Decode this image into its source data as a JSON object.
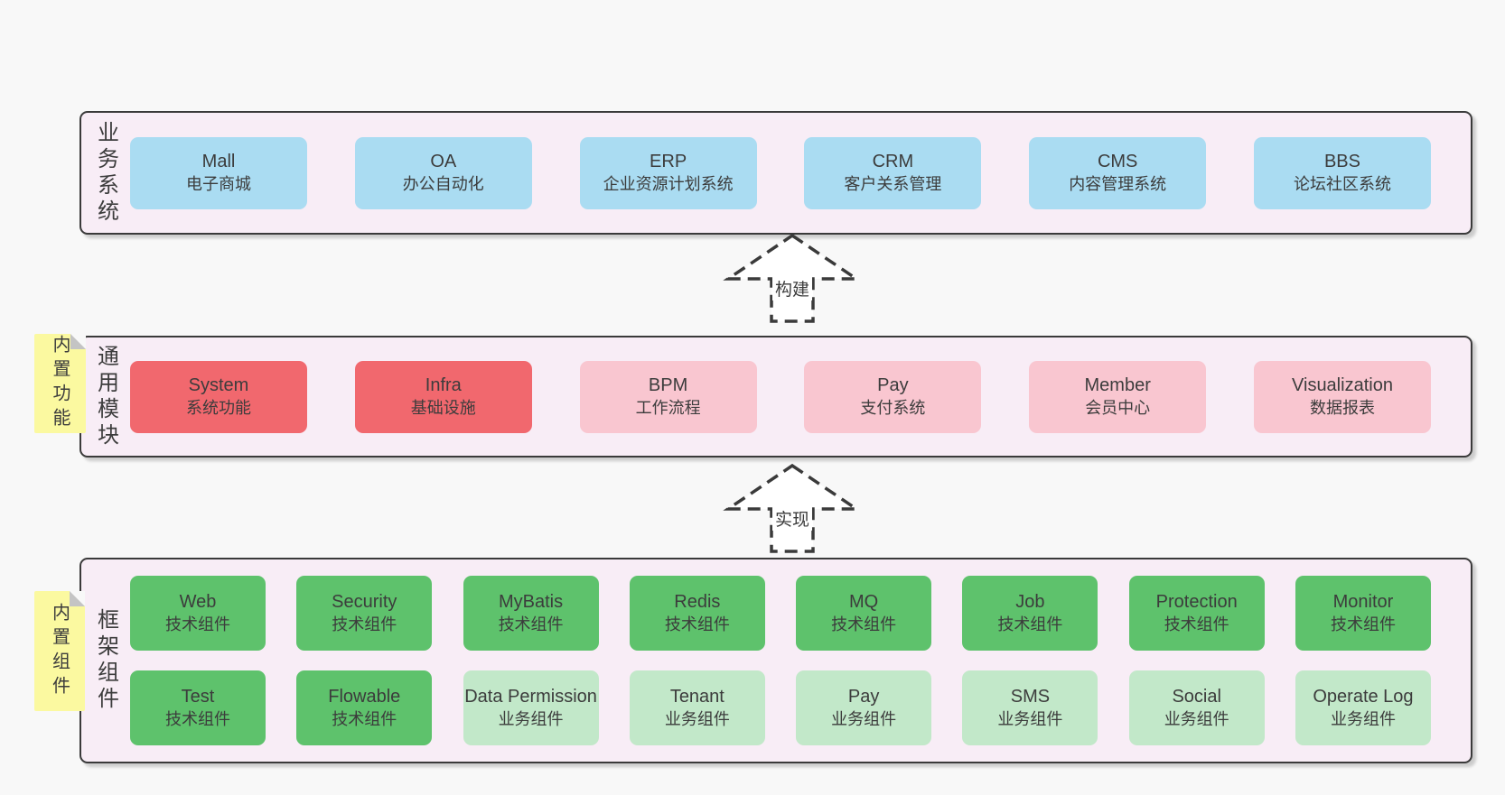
{
  "colors": {
    "page_bg": "#f8f8f8",
    "panel_bg": "#f8edf6",
    "panel_border": "#3a3a3a",
    "blue": "#aadcf2",
    "red": "#f1686e",
    "pink": "#f9c6d0",
    "green": "#5ec26c",
    "light_green": "#c2e8c9",
    "sticky_yellow": "#fbf9a0",
    "sticky_fold": "#c4c4c4",
    "arrow_dash": "#3a3a3a",
    "arrow_fill": "#ffffff",
    "text": "#3c3c3c"
  },
  "layers": [
    {
      "id": "business",
      "label": "业务系统",
      "rows": [
        [
          {
            "name": "Mall",
            "subtitle": "电子商城",
            "variant": "blue"
          },
          {
            "name": "OA",
            "subtitle": "办公自动化",
            "variant": "blue"
          },
          {
            "name": "ERP",
            "subtitle": "企业资源计划系统",
            "variant": "blue"
          },
          {
            "name": "CRM",
            "subtitle": "客户关系管理",
            "variant": "blue"
          },
          {
            "name": "CMS",
            "subtitle": "内容管理系统",
            "variant": "blue"
          },
          {
            "name": "BBS",
            "subtitle": "论坛社区系统",
            "variant": "blue"
          }
        ]
      ]
    },
    {
      "id": "modules",
      "label": "通用模块",
      "sticky": "内置功能",
      "rows": [
        [
          {
            "name": "System",
            "subtitle": "系统功能",
            "variant": "red"
          },
          {
            "name": "Infra",
            "subtitle": "基础设施",
            "variant": "red"
          },
          {
            "name": "BPM",
            "subtitle": "工作流程",
            "variant": "pink"
          },
          {
            "name": "Pay",
            "subtitle": "支付系统",
            "variant": "pink"
          },
          {
            "name": "Member",
            "subtitle": "会员中心",
            "variant": "pink"
          },
          {
            "name": "Visualization",
            "subtitle": "数据报表",
            "variant": "pink"
          }
        ]
      ]
    },
    {
      "id": "components",
      "label": "框架组件",
      "sticky": "内置组件",
      "rows": [
        [
          {
            "name": "Web",
            "subtitle": "技术组件",
            "variant": "green"
          },
          {
            "name": "Security",
            "subtitle": "技术组件",
            "variant": "green"
          },
          {
            "name": "MyBatis",
            "subtitle": "技术组件",
            "variant": "green"
          },
          {
            "name": "Redis",
            "subtitle": "技术组件",
            "variant": "green"
          },
          {
            "name": "MQ",
            "subtitle": "技术组件",
            "variant": "green"
          },
          {
            "name": "Job",
            "subtitle": "技术组件",
            "variant": "green"
          },
          {
            "name": "Protection",
            "subtitle": "技术组件",
            "variant": "green"
          },
          {
            "name": "Monitor",
            "subtitle": "技术组件",
            "variant": "green"
          }
        ],
        [
          {
            "name": "Test",
            "subtitle": "技术组件",
            "variant": "green"
          },
          {
            "name": "Flowable",
            "subtitle": "技术组件",
            "variant": "green"
          },
          {
            "name": "Data Permission",
            "subtitle": "业务组件",
            "variant": "lightgreen"
          },
          {
            "name": "Tenant",
            "subtitle": "业务组件",
            "variant": "lightgreen"
          },
          {
            "name": "Pay",
            "subtitle": "业务组件",
            "variant": "lightgreen"
          },
          {
            "name": "SMS",
            "subtitle": "业务组件",
            "variant": "lightgreen"
          },
          {
            "name": "Social",
            "subtitle": "业务组件",
            "variant": "lightgreen"
          },
          {
            "name": "Operate Log",
            "subtitle": "业务组件",
            "variant": "lightgreen"
          }
        ]
      ]
    }
  ],
  "arrows": [
    {
      "label": "构建"
    },
    {
      "label": "实现"
    }
  ]
}
